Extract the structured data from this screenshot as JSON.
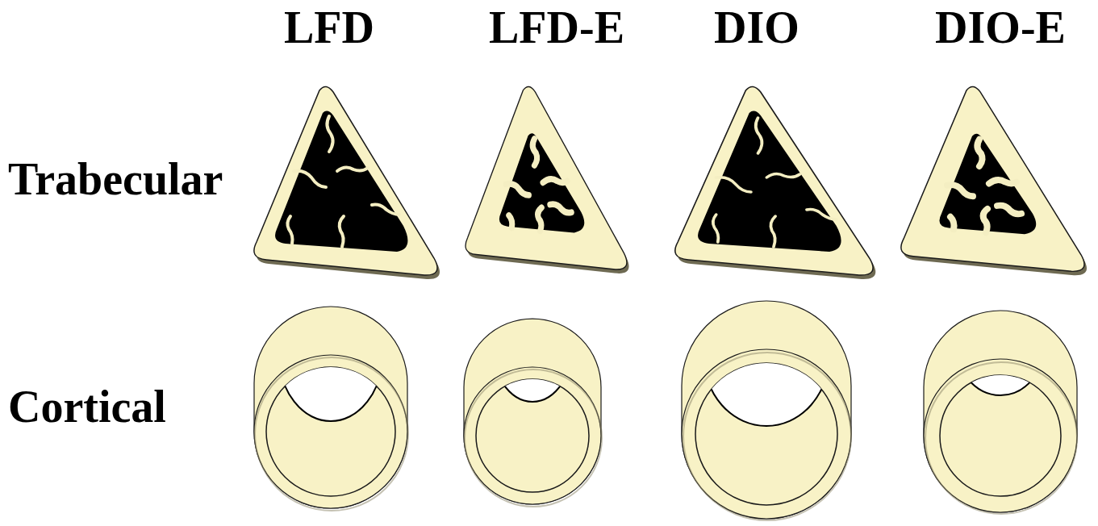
{
  "diagram": {
    "labels": [
      "LFD",
      "LFD-E",
      "DIO",
      "DIO-E",
      "Trabecular",
      "Cortical"
    ]
  }
}
